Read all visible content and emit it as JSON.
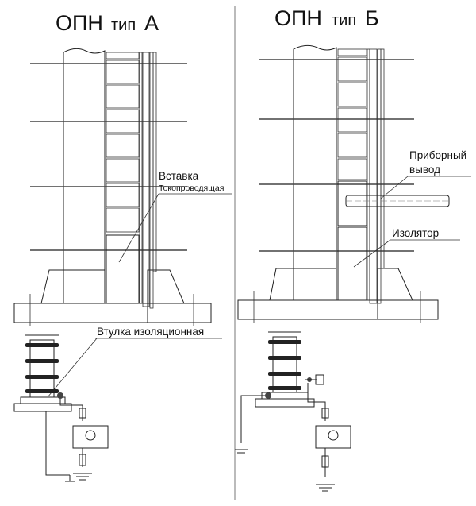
{
  "panel_a": {
    "title_main": "ОПН",
    "title_type": "тип",
    "title_letter": "А",
    "label_insert_line1": "Вставка",
    "label_insert_line2": "Токопроводящая",
    "label_bushing": "Втулка изоляционная"
  },
  "panel_b": {
    "title_main": "ОПН",
    "title_type": "тип",
    "title_letter": "Б",
    "label_output_line1": "Приборный",
    "label_output_line2": "вывод",
    "label_insulator": "Изолятор"
  },
  "colors": {
    "varistor_green": "#5db86e",
    "conductor_yellow": "#f4e83a",
    "housing_gray": "#9d9fa1",
    "insulator_olive": "#9c8a4a",
    "spacer_gray": "#d4d4d4"
  }
}
